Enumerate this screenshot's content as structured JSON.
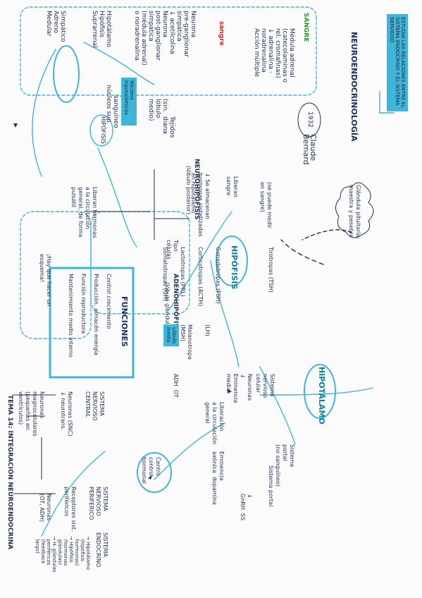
{
  "title": "TEMA 14: INTEGRACIÓN NEUROENDOCRINA",
  "neuroendocrinology": "NEUROENDOCRINOLOGÍA",
  "neuroendocrinology_note": "ESTUDIA LAS RELACIONES ENTRE EL SISTEMA ENDOCRINO Y EL SISTEMA NERVIOSO",
  "year": "1932",
  "claude": "Claude\nBernard",
  "eje_left": {
    "col1": "Simpático\nAdreno\nMedular",
    "col2": "Hipotálamo\nHipófisis\nSuprarrenal",
    "col3": "Neurona\npre-ganglionar\nsimpática\n↓ acetilcolina\nNeurona\npost-ganglionar\nsimpática\n(médula adrenal)\no noradrenalina",
    "col4": "núcleos sup.",
    "col5": "Médula adrenal\n(catecolaminas o\nrel. cromafinas)\n↓ adrenalina -\nnoradrenalina",
    "sangre": "SANGRE",
    "sangre_red": "sangre",
    "accion": "Acción múltiple",
    "tejido": "Tejidos\ndiana",
    "hipofisis_small": "HIPÓFISIS",
    "sist_portal": "Sist.\nportal\nsanguíneo",
    "hormonas_label": "(sin.\nlóbulo\nmedio)",
    "rojo": "Núcleos\nhipotalámicos"
  },
  "hipofisis": {
    "title": "HIPÓFISIS",
    "neuro": "NEUROHIPÓFISIS",
    "neuro_sub": "(lóbulo posterior)",
    "adeno": "ADENOHIPÓFISIS",
    "adeno_sub": "(lóbulo glandular)",
    "lobulo_medio": "Lóbulo\nmedio",
    "glands": "Glándula pituitaria:\nmaestra y pesebre",
    "almacena": "↓ Se almacenan\nhormonas sintetizadas\nen hipotálamo",
    "liberan": "Liberan\nsangre",
    "se_puede": "(se puede medir\nen sangre)",
    "hormonas": [
      "Somatotropas (GH)",
      "Lactotropas (PRL)",
      "Corticotropas (ACTH)",
      "Gonadotropas (FSH)",
      "Tirotropas (TSH)"
    ],
    "gonadotropas": "(LH)",
    "melanotropa": "Melanotropa\n(MSH)",
    "tipo_celulas": "Tipo\ncélulas",
    "adh": "ADH  OT"
  },
  "funciones": {
    "title": "FUNCIONES",
    "items": [
      "Control crecimiento",
      "Producción, almacén energía",
      "Función reproductora",
      "Mantenimiento medio interno"
    ]
  },
  "liberan_hormonas": "Liberan hormonas\na la circulación\ngeneral, de forma\npulsátil",
  "hay_que": "¡Hay que hacer un\nesquema!",
  "hipotalamo": {
    "title": "HIPOTÁLAMO",
    "sist_nervioso_cel": "Sistema\nnervioso\ncelular",
    "neuronas": "Neuronas\n↓\nEminencia\nmedia",
    "liberacion": "Liberación\na la circulación\ngeneral",
    "sist_portal": "Sistema\nportal\n(no sanguíneo)",
    "sist_portal2": "Sistema portal",
    "gnrh": "↓\nGnRH  SS",
    "eminencia": "Eminencia\naxónica  dopamina"
  },
  "centro": "Centro\ncontrol\nhormonal",
  "bottom": {
    "snc": "SISTEMA\nNERVIOSO\nCENTRAL",
    "neuronas_snc": "Neuronas (SNC)\n↓ neurotrans.",
    "neuronas_mag": "Neuronas\nmagnocelulares\n(pequeñas en\nventrículos)",
    "snp": "SISTEMA\nNERVIOSO\nPERIFÉRICO",
    "receptores": "Receptores sist.\nperiféricos",
    "neuronas_ot": "Neuronas\n(OT, ADH)",
    "se": "SISTEMA\nENDOCRINO",
    "se_items": "→ Hipotálamo\n  (hipófisis\n  hormonas)\n→ Hipófisis\n  (hormonas\n  glándulas)\n→ H. glándulas\n  periféricas\n  (feedback\n  largo)"
  },
  "colors": {
    "accent": "#3fb6d8",
    "ink": "#22304f",
    "red": "#d12b2b",
    "green": "#2d9a2d"
  }
}
